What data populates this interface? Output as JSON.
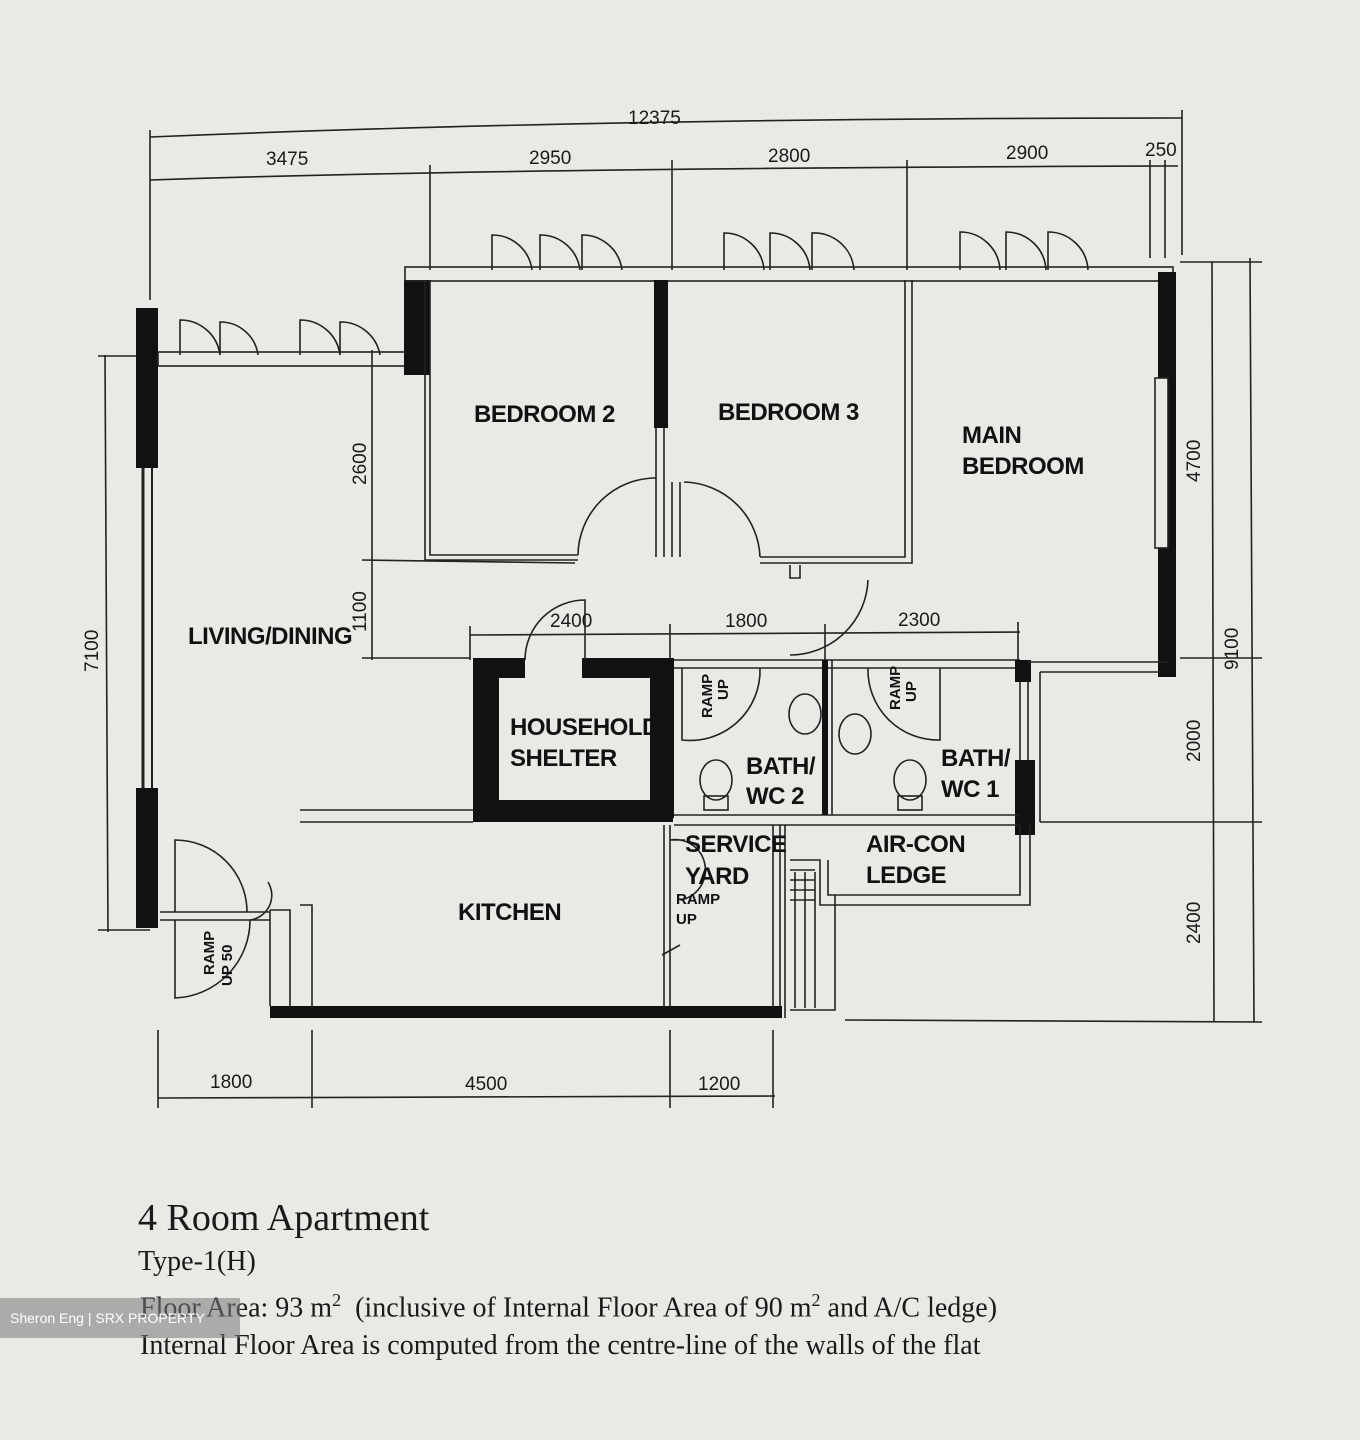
{
  "dimensions": {
    "overall_width": "12375",
    "top_segments": [
      "3475",
      "2950",
      "2800",
      "2900",
      "250"
    ],
    "right_overall": "9100",
    "right_segments": [
      "4700",
      "2000",
      "2400"
    ],
    "left_overall": "7100",
    "inner_vertical": [
      "2600",
      "1100"
    ],
    "inner_horizontal": [
      "2400",
      "1800",
      "2300"
    ],
    "bottom_segments": [
      "1800",
      "4500",
      "1200"
    ]
  },
  "rooms": {
    "bedroom2": "BEDROOM 2",
    "bedroom3": "BEDROOM 3",
    "main_bedroom_1": "MAIN",
    "main_bedroom_2": "BEDROOM",
    "living": "LIVING/DINING",
    "shelter_1": "HOUSEHOLD",
    "shelter_2": "SHELTER",
    "bath2_1": "BATH/",
    "bath2_2": "WC 2",
    "bath1_1": "BATH/",
    "bath1_2": "WC 1",
    "service_1": "SERVICE",
    "service_2": "YARD",
    "aircon_1": "AIR-CON",
    "aircon_2": "LEDGE",
    "kitchen": "KITCHEN"
  },
  "ramps": {
    "ramp": "RAMP",
    "up": "UP",
    "up50": "UP 50"
  },
  "caption": {
    "title": "4 Room Apartment",
    "type": "Type-1(H)",
    "area_prefix": "Floor Area: 93 m",
    "area_sup": "2",
    "area_mid": "(inclusive of Internal Floor Area of 90 m",
    "area_sup2": "2",
    "area_suffix": " and A/C ledge)",
    "note": "Internal Floor Area is computed from the centre-line of the walls of the flat"
  },
  "watermark": "Sheron Eng | SRX PROPERTY"
}
